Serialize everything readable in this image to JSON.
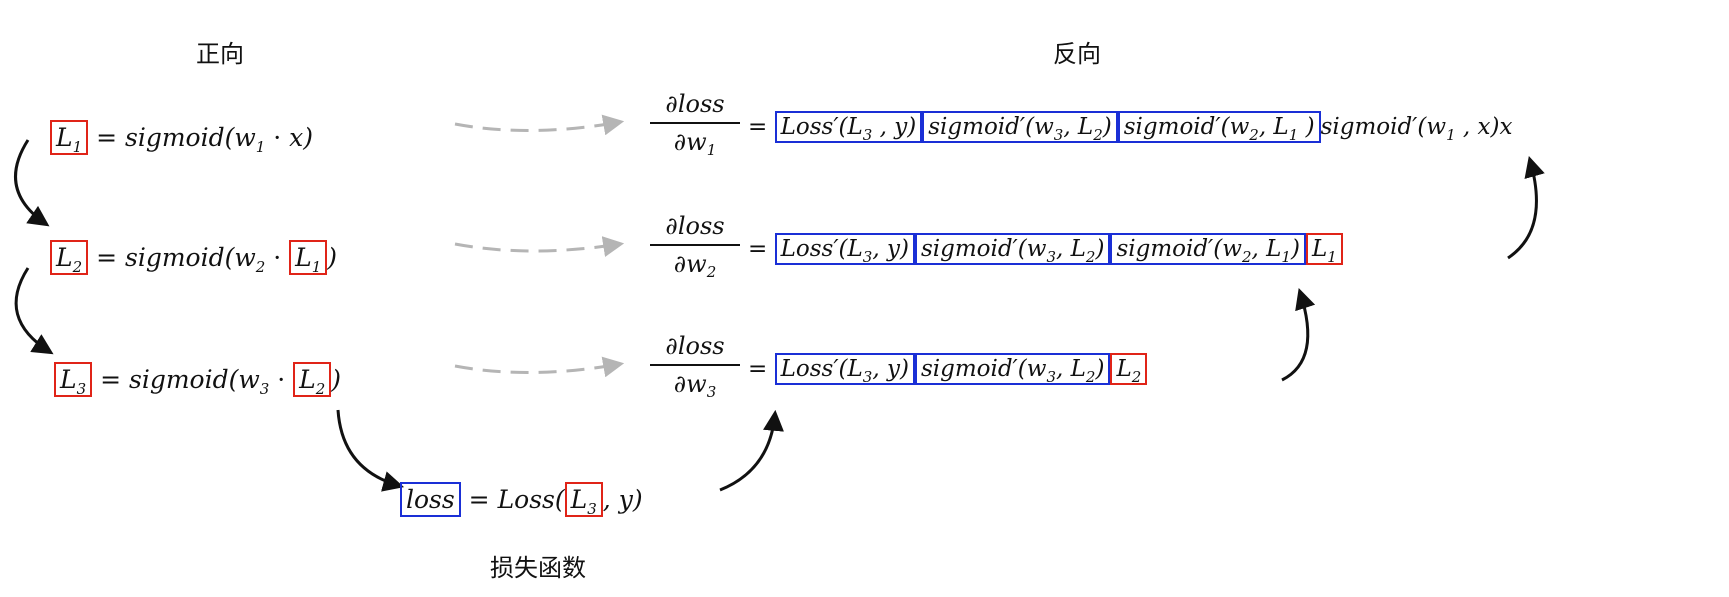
{
  "headings": {
    "forward": "正向",
    "backward": "反向",
    "loss_caption": "损失函数"
  },
  "forward": [
    {
      "lhs": "L",
      "lhs_sub": "1",
      "rhs_pre": "= sigmoid(w",
      "w_sub": "1",
      "mid": " · ",
      "arg": "x",
      "arg_sub": "",
      "post": ")"
    },
    {
      "lhs": "L",
      "lhs_sub": "2",
      "rhs_pre": "= sigmoid(w",
      "w_sub": "2",
      "mid": " · ",
      "arg": "L",
      "arg_sub": "1",
      "post": ")"
    },
    {
      "lhs": "L",
      "lhs_sub": "3",
      "rhs_pre": "= sigmoid(w",
      "w_sub": "3",
      "mid": " · ",
      "arg": "L",
      "arg_sub": "2",
      "post": ")"
    }
  ],
  "loss_eq": {
    "lhs": "loss",
    "eq": "= Loss(",
    "arg": "L",
    "arg_sub": "3",
    "post": ", y)"
  },
  "backward": [
    {
      "num": "∂loss",
      "den": "∂w",
      "den_sub": "1",
      "eq": "=",
      "t1": "Loss′(L",
      "t1_sub": "3",
      "t1_post": " , y)",
      "t2": "sigmoid′(w",
      "t2_sub": "3",
      "t2_mid": ", L",
      "t2_sub2": "2",
      "t2_post": ")",
      "t3": "sigmoid′(w",
      "t3_sub": "2",
      "t3_mid": ", L",
      "t3_sub2": "1",
      "t3_post": " )",
      "tail": "sigmoid′(w",
      "tail_sub": "1",
      "tail_post": " , x)x"
    },
    {
      "num": "∂loss",
      "den": "∂w",
      "den_sub": "2",
      "eq": "=",
      "t1": "Loss′(L",
      "t1_sub": "3",
      "t1_post": ", y)",
      "t2": "sigmoid′(w",
      "t2_sub": "3",
      "t2_mid": ", L",
      "t2_sub2": "2",
      "t2_post": ")",
      "t3": "sigmoid′(w",
      "t3_sub": "2",
      "t3_mid": ", L",
      "t3_sub2": "1",
      "t3_post": ")",
      "tail": "L",
      "tail_sub": "1"
    },
    {
      "num": "∂loss",
      "den": "∂w",
      "den_sub": "3",
      "eq": "=",
      "t1": "Loss′(L",
      "t1_sub": "3",
      "t1_post": ", y)",
      "t2": "sigmoid′(w",
      "t2_sub": "3",
      "t2_mid": ", L",
      "t2_sub2": "2",
      "t2_post": ")",
      "tail": "L",
      "tail_sub": "2"
    }
  ],
  "colors": {
    "forward_box": "#e02418",
    "backward_box": "#1a2fd6",
    "dashed_arrow": "#b5b5b5",
    "text": "#111111"
  }
}
